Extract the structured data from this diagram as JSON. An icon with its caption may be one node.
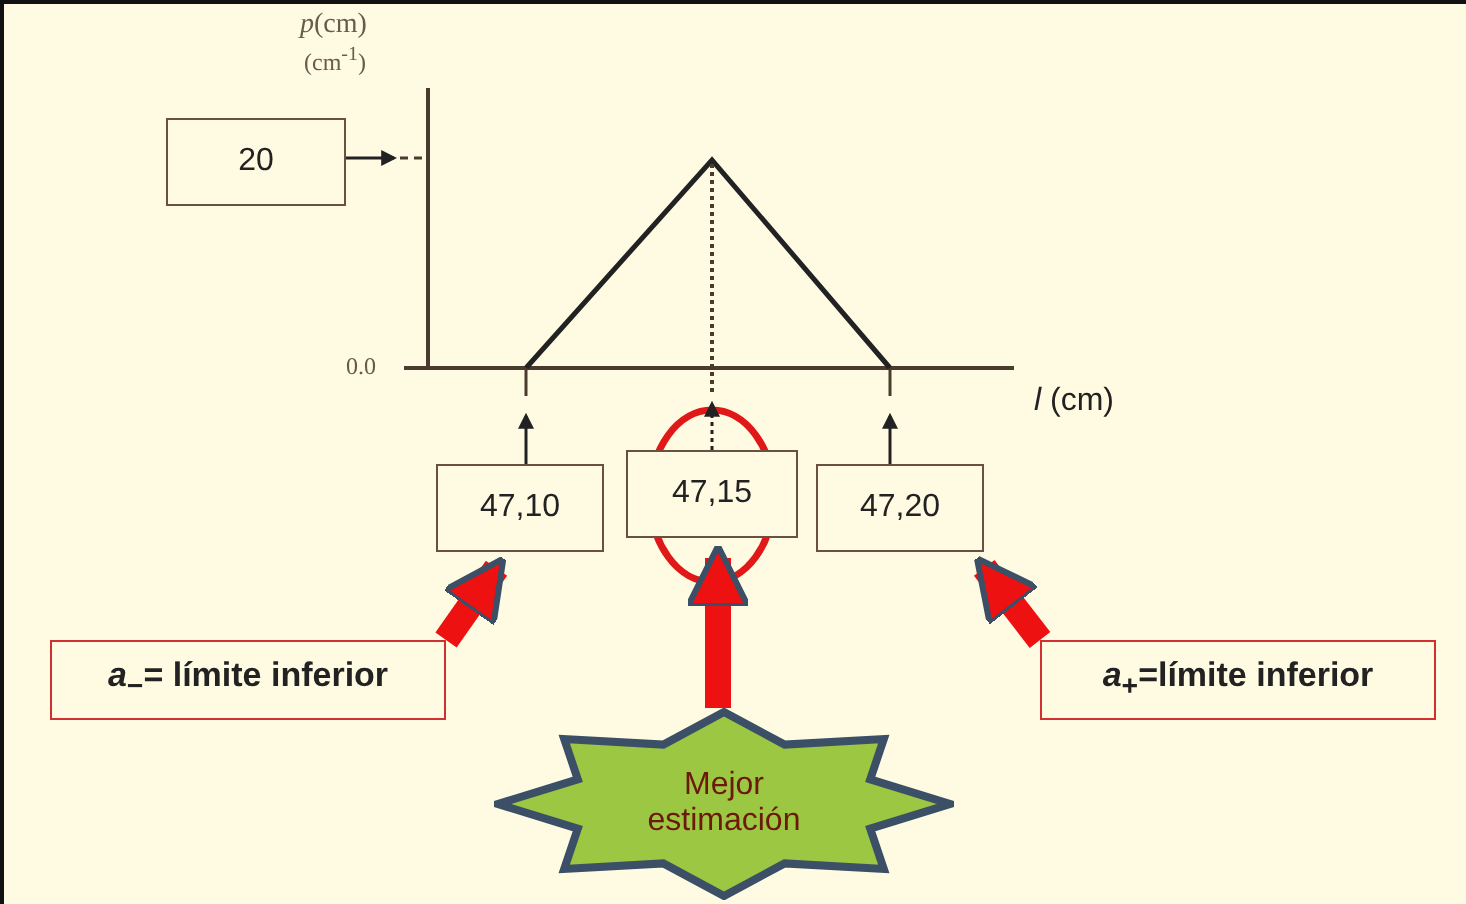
{
  "diagram": {
    "nodes": [
      {
        "text": [
          "20"
        ]
      },
      {
        "text": [
          "47,10"
        ]
      },
      {
        "text": [
          "47,15"
        ]
      },
      {
        "text": [
          "47,20"
        ]
      },
      {
        "text": [
          "*a*$_{−}$= límite inferior"
        ]
      },
      {
        "text": [
          "*a*$_{+}$=límite inferior"
        ]
      },
      {
        "text": [
          "Mejor estimación"
        ]
      },
      {
        "text": [],
        "shape": "picture"
      }
    ],
    "edges": [
      {
        "from": 0,
        "to": 7,
        "arrow": "to"
      },
      {
        "from": 1,
        "to": 7,
        "arrow": "to"
      },
      {
        "from": 2,
        "to": 7,
        "arrow": "to",
        "style": "dashed"
      },
      {
        "from": 3,
        "to": 7,
        "arrow": "to"
      },
      {
        "from": 4,
        "to": 1,
        "arrow": "to",
        "style": "thick",
        "color": "#ee1111"
      },
      {
        "from": 6,
        "to": 2,
        "arrow": "to",
        "style": "thick",
        "color": "#ee1111"
      },
      {
        "from": 5,
        "to": 3,
        "arrow": "to",
        "style": "thick",
        "color": "#ee1111"
      }
    ],
    "labels": [
      "*p*(cm)",
      "(cm$^{-1}$)",
      "0.0",
      "*l* (cm)"
    ]
  }
}
